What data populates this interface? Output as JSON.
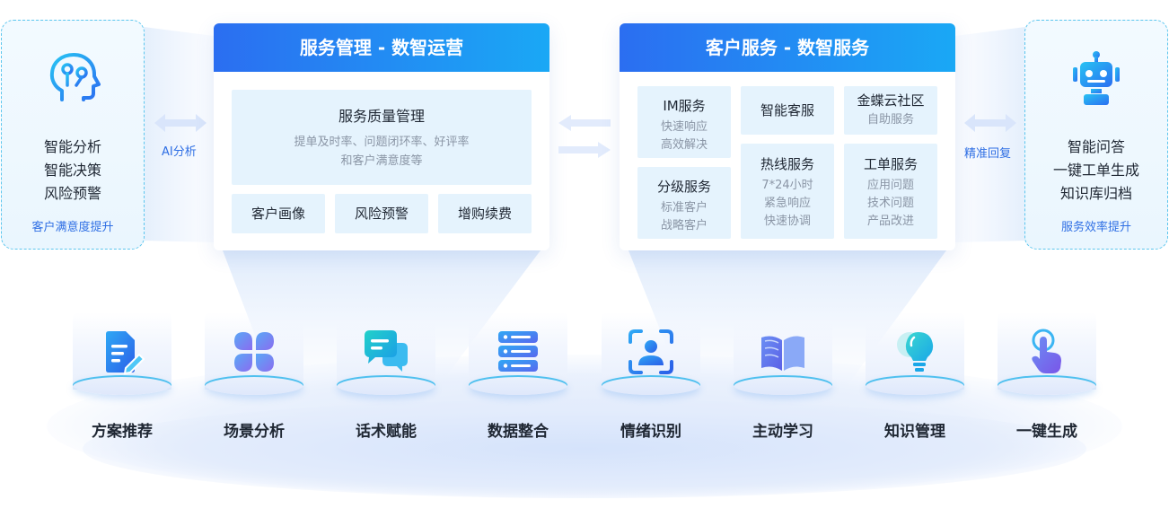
{
  "left_box": {
    "lines": [
      "智能分析",
      "智能决策",
      "风险预警"
    ],
    "footer": "客户满意度提升"
  },
  "left_connector": {
    "label": "AI分析"
  },
  "panel_left": {
    "title": "服务管理 - 数智运营",
    "main": {
      "title": "服务质量管理",
      "desc_1": "提单及时率、问题闭环率、好评率",
      "desc_2": "和客户满意度等"
    },
    "tiles": [
      "客户画像",
      "风险预警",
      "增购续费"
    ]
  },
  "panel_right": {
    "title": "客户服务 - 数智服务",
    "cells": {
      "im": {
        "title": "IM服务",
        "sub": [
          "快速响应",
          "高效解决"
        ]
      },
      "grade": {
        "title": "分级服务",
        "sub": [
          "标准客户",
          "战略客户"
        ]
      },
      "smart": {
        "title": "智能客服"
      },
      "hotline": {
        "title": "热线服务",
        "sub": [
          "7*24小时",
          "紧急响应",
          "快速协调"
        ]
      },
      "community": {
        "title": "金蝶云社区",
        "sub": [
          "自助服务"
        ]
      },
      "ticket": {
        "title": "工单服务",
        "sub": [
          "应用问题",
          "技术问题",
          "产品改进"
        ]
      }
    }
  },
  "right_connector": {
    "label": "精准回复"
  },
  "right_box": {
    "lines": [
      "智能问答",
      "一键工单生成",
      "知识库归档"
    ],
    "footer": "服务效率提升"
  },
  "features": [
    {
      "label": "方案推荐",
      "icon": "document-edit-icon"
    },
    {
      "label": "场景分析",
      "icon": "four-petal-grid-icon"
    },
    {
      "label": "话术赋能",
      "icon": "chat-bubbles-icon"
    },
    {
      "label": "数据整合",
      "icon": "database-icon"
    },
    {
      "label": "情绪识别",
      "icon": "face-scan-icon"
    },
    {
      "label": "主动学习",
      "icon": "open-book-icon"
    },
    {
      "label": "知识管理",
      "icon": "lightbulb-icon"
    },
    {
      "label": "一键生成",
      "icon": "tap-hand-icon"
    }
  ],
  "colors": {
    "header_gradient_start": "#2b6ef1",
    "header_gradient_end": "#1aa8f5",
    "cell_bg": "#e5f3fd",
    "accent_text": "#2f6fe4",
    "dashed_border": "#5cc6ee"
  }
}
